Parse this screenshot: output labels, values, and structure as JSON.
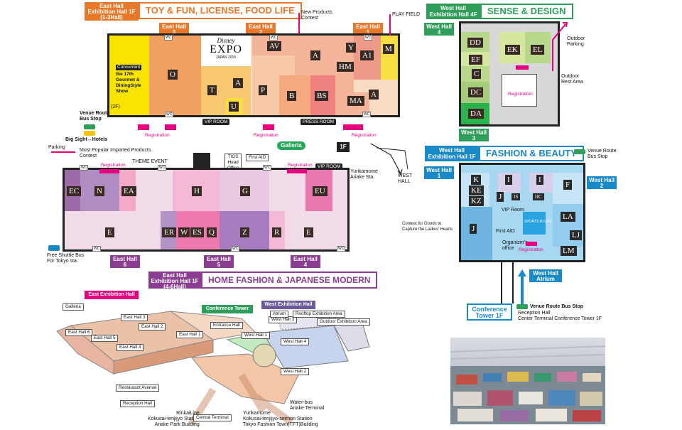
{
  "east_upper": {
    "title_tag": "East Hall\nExhibition Hall 1F\n(1-3Hall)",
    "title_box": "TOY & FUN, LICENSE, FOOD LIFE",
    "hall_tags": [
      "East Hall\n3",
      "East Hall\n2",
      "East Hall\n1"
    ],
    "booths": [
      "O",
      "T",
      "A",
      "U",
      "P",
      "B",
      "AV",
      "A",
      "BS",
      "HM",
      "Y",
      "A1",
      "M",
      "MA",
      "A"
    ],
    "expo_logo_top": "Disney",
    "expo_logo_main": "EXPO",
    "expo_logo_sub": "JAPAN 2015",
    "concurrent_label": "Concurrent",
    "concurrent_text": "the 17th Gourmet & DiningStyle Show",
    "new_products": "New Products Contest",
    "play_field": "PLAY FIELD",
    "vip_room": "VIP ROOM",
    "press_room": "PRESS ROOM",
    "registration": "Registration",
    "floor_2f": "(2F)"
  },
  "east_lower": {
    "title_tag": "East Hall\nExhibition Hall 1F\n(4-6Hall)",
    "title_box": "HOME FASHION & JAPANESE MODERN",
    "hall_tags": [
      "East Hall\n6",
      "East Hall\n5",
      "East Hall\n4"
    ],
    "booths": [
      "EC",
      "N",
      "EA",
      "H",
      "G",
      "EU",
      "E",
      "ER",
      "W",
      "ES",
      "Q",
      "Z",
      "R",
      "E"
    ],
    "theme_event": "THEME EVENT",
    "tigs": "TIGS\nHead\nOffice",
    "first_aid": "First AID",
    "vip_room": "VIP ROOM",
    "most_popular": "Most Popular Imported Products Contest",
    "registration": "Registration"
  },
  "middle": {
    "galleria": "Galleria",
    "floor_1f": "1F",
    "yurikamome": "Yurikamome\nAriake Sta.",
    "west_hall": "WEST\nHALL",
    "parking": "Parking",
    "venue_bus": "Venue Route\nBus Stop",
    "big_sight": "Big Sight↔Hotels",
    "free_shuttle": "Free Shuttle Bus\nFor Tokyo sta.",
    "venue_bus_right": "Venue Route\nBus Stop"
  },
  "west4f": {
    "title_tag": "West Hall\nExhibition Hall 4F",
    "title_box": "SENSE & DESIGN",
    "hall_tag_top": "West Hall\n4",
    "hall_tag_bottom": "West Hall\n3",
    "booths": [
      "DD",
      "EF",
      "C",
      "DC",
      "DA",
      "EK",
      "EL"
    ],
    "outdoor_parking": "Outdoor\nParking",
    "outdoor_rest": "Outdoor\nRest Area",
    "registration": "Registration"
  },
  "west1f": {
    "title_tag": "West Hall\nExhibition Hall 1F",
    "title_box": "FASHION & BEAUTY",
    "hall_tag_left": "West Hall\n1",
    "hall_tag_right": "West Hall\n2",
    "hall_tag_atrium": "West Hall\nAtrium",
    "booths": [
      "K",
      "KE",
      "KZ",
      "I",
      "J",
      "IS",
      "HC",
      "I",
      "F",
      "J",
      "LA",
      "LJ",
      "LM"
    ],
    "vip_room": "VIP Room",
    "first_aid": "First AID",
    "organizer": "Organizer's\noffice",
    "registration": "Registration",
    "contest": "Contest for Goods to\nCapture the Ladies' Hearts",
    "sports": "SPORTS IN LIFE",
    "bus_stop": "Venue Route Bus Stop",
    "bus_right": "Venue Route\nBus Stop"
  },
  "conference": {
    "tag": "Conference\nTower 1F",
    "reception": "Reception Hall",
    "center": "Center Terminal Conference Tower 1F",
    "bus_stop": "Venue Route Bus Stop"
  },
  "overview": {
    "east_title": "East Exhibition Hall",
    "conf_title": "Conference Tower",
    "west_title": "West Exhibition Hall",
    "labels": [
      "Galleria",
      "East Hall 3",
      "East Hall 2",
      "East Hall 1",
      "East Hall 6",
      "East Hall 5",
      "East Hall 4",
      "Entrance Hall",
      "West Hall 1",
      "West Hall 3",
      "West Hall 4",
      "West Hall 2",
      "Atrium",
      "Rooftop Exhibition Area",
      "Outdoor Exhibition Area",
      "Restaurant Avenue",
      "Reception Hall",
      "RinkaiLine\nKokusai-tenjijyo Station\nAriake Park Building",
      "Central Terminal",
      "Yurikamome\nKokusai-tenjijyo-seimon Station\nTokyo Fashion Town(TFT)Building",
      "Water-bus\nAriake Terminal"
    ]
  },
  "colors": {
    "orange": "#e8792a",
    "purple": "#8b3d91",
    "green": "#2e9e5a",
    "blue": "#1a89c7",
    "magenta": "#e6007e"
  }
}
